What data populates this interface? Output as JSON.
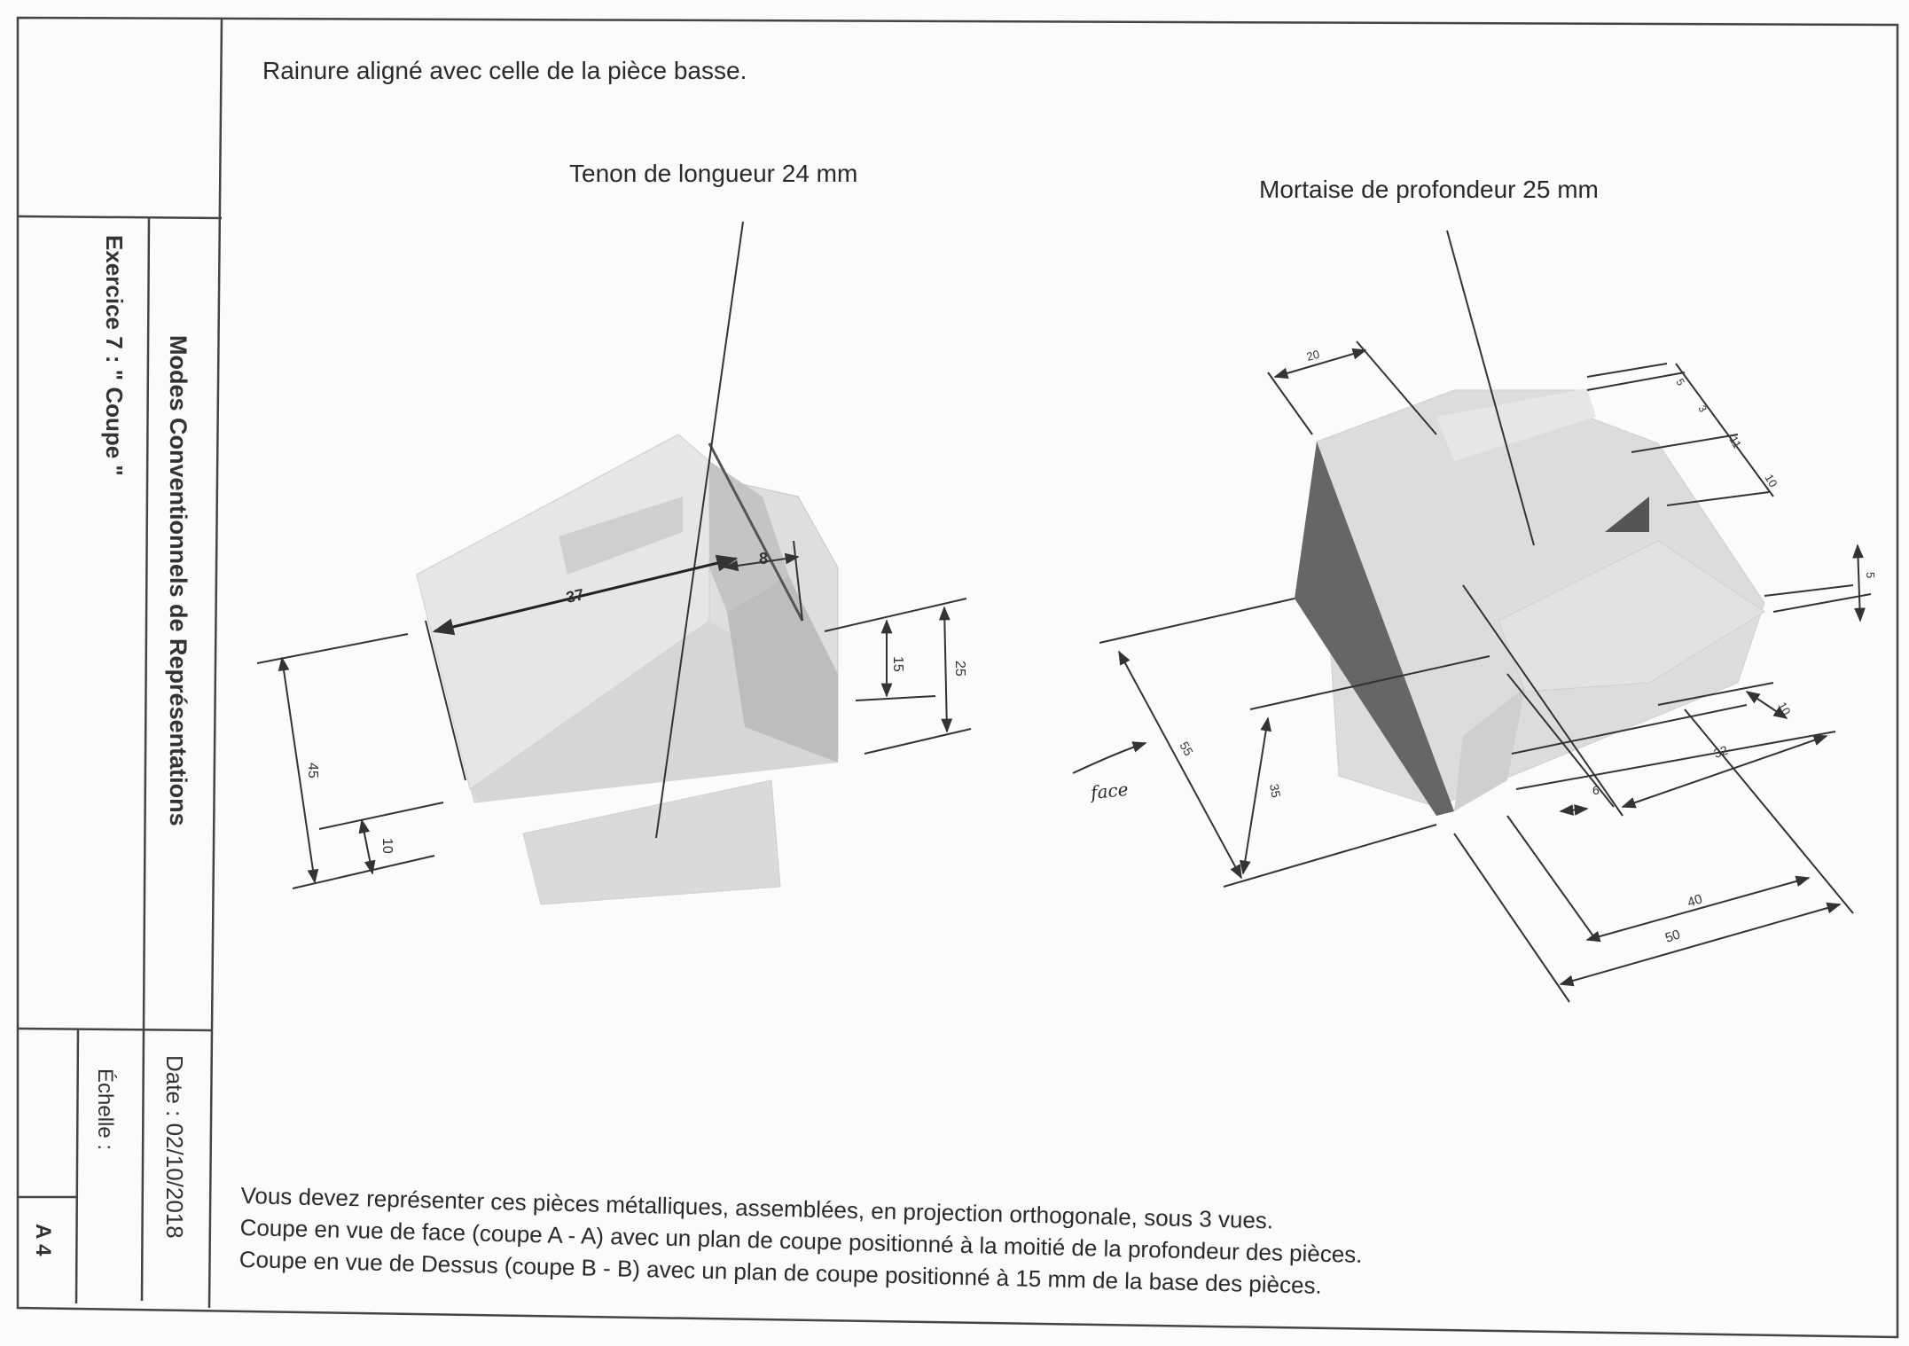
{
  "title_block": {
    "exercise": "Exercice 7 : \" Coupe \"",
    "course": "Modes Conventionnels de Représentations",
    "scale_label": "Échelle :",
    "date_label": "Date : 02/10/2018",
    "format": "A 4"
  },
  "notes": {
    "top": "Rainure aligné avec celle de la pièce basse.",
    "tenon": "Tenon de longueur 24 mm",
    "mortaise": "Mortaise de profondeur 25 mm",
    "handwritten_face": "face"
  },
  "left_part_dims": [
    "37",
    "8",
    "15",
    "25",
    "45",
    "10"
  ],
  "right_part_dims": [
    "20",
    "5",
    "3",
    "11",
    "10",
    "5",
    "10",
    "32",
    "6",
    "55",
    "35",
    "40",
    "50"
  ],
  "instructions": [
    "Vous devez représenter ces pièces métalliques, assemblées, en projection orthogonale, sous 3 vues.",
    "Coupe en vue de face (coupe A - A) avec un plan de coupe positionné à la moitié de la profondeur des pièces.",
    "Coupe en vue de Dessus (coupe B - B) avec un plan de coupe positionné à 15 mm de la base des pièces."
  ]
}
